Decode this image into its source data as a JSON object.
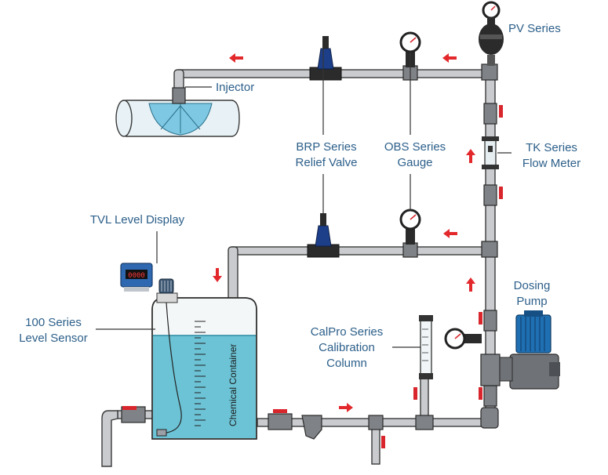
{
  "labels": {
    "pv_series": "PV Series",
    "injector": "Injector",
    "brp_line1": "BRP Series",
    "brp_line2": "Relief Valve",
    "obs_line1": "OBS Series",
    "obs_line2": "Gauge",
    "tk_line1": "TK Series",
    "tk_line2": "Flow Meter",
    "tvl": "TVL Level Display",
    "dosing_line1": "Dosing",
    "dosing_line2": "Pump",
    "sensor_line1": "100 Series",
    "sensor_line2": "Level Sensor",
    "calpro_line1": "CalPro Series",
    "calpro_line2": "Calibration",
    "calpro_line3": "Column",
    "container": "Chemical Container",
    "display_readout": "0000"
  },
  "colors": {
    "pipe": "#c9cbcf",
    "fitting": "#7f8286",
    "valve_red": "#d8262c",
    "flow_arrow": "#e3282c",
    "chemical": "#6cc3d5",
    "label_text": "#2c5f8a",
    "pump_motor": "#1f6fb3",
    "display_body": "#2e68b0"
  }
}
